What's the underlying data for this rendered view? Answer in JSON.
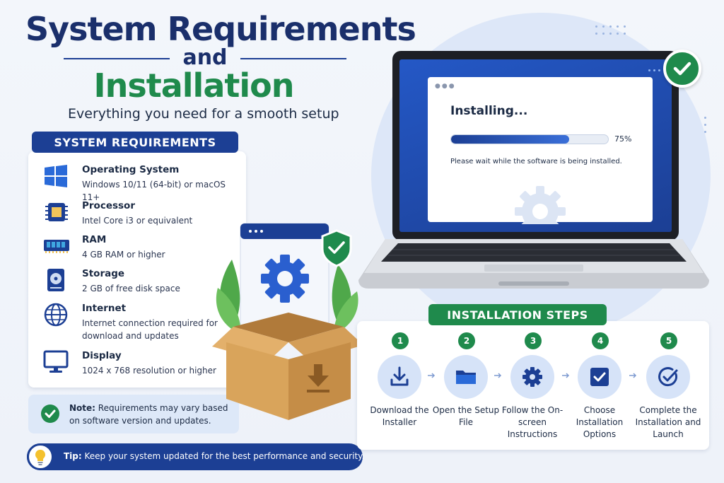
{
  "title": {
    "line1": "System Requirements",
    "line2": "and",
    "line3": "Installation",
    "subtitle": "Everything you need for a smooth setup"
  },
  "requirements": {
    "header": "SYSTEM REQUIREMENTS",
    "items": [
      {
        "title": "Operating System",
        "desc": "Windows 10/11 (64-bit) or macOS 11+",
        "icon": "windows-icon"
      },
      {
        "title": "Processor",
        "desc": "Intel Core i3 or equivalent",
        "icon": "cpu-icon"
      },
      {
        "title": "RAM",
        "desc": "4 GB RAM or higher",
        "icon": "ram-icon"
      },
      {
        "title": "Storage",
        "desc": "2 GB of free disk space",
        "icon": "hard-drive-icon"
      },
      {
        "title": "Internet",
        "desc": "Internet connection required for download and updates",
        "icon": "globe-icon"
      },
      {
        "title": "Display",
        "desc": "1024 x 768 resolution or higher",
        "icon": "monitor-icon"
      }
    ]
  },
  "note": {
    "label": "Note:",
    "text": "Requirements may vary based on software version and updates."
  },
  "tip": {
    "label": "Tip:",
    "text": "Keep your system updated for the best performance and security."
  },
  "installer": {
    "title": "Installing...",
    "progress": 0.75,
    "progress_label": "75%",
    "message": "Please wait while the software is being installed."
  },
  "steps": {
    "header": "INSTALLATION STEPS",
    "items": [
      {
        "num": "1",
        "label": "Download the Installer",
        "icon": "download-icon"
      },
      {
        "num": "2",
        "label": "Open the Setup File",
        "icon": "folder-icon"
      },
      {
        "num": "3",
        "label": "Follow the On-screen Instructions",
        "icon": "gear-icon"
      },
      {
        "num": "4",
        "label": "Choose Installation Options",
        "icon": "checkbox-icon"
      },
      {
        "num": "5",
        "label": "Complete the Installation and Launch",
        "icon": "check-circle-icon"
      }
    ]
  },
  "colors": {
    "navy": "#1c3f94",
    "green": "#1f8a4c",
    "light_blue": "#d6e3f8"
  }
}
